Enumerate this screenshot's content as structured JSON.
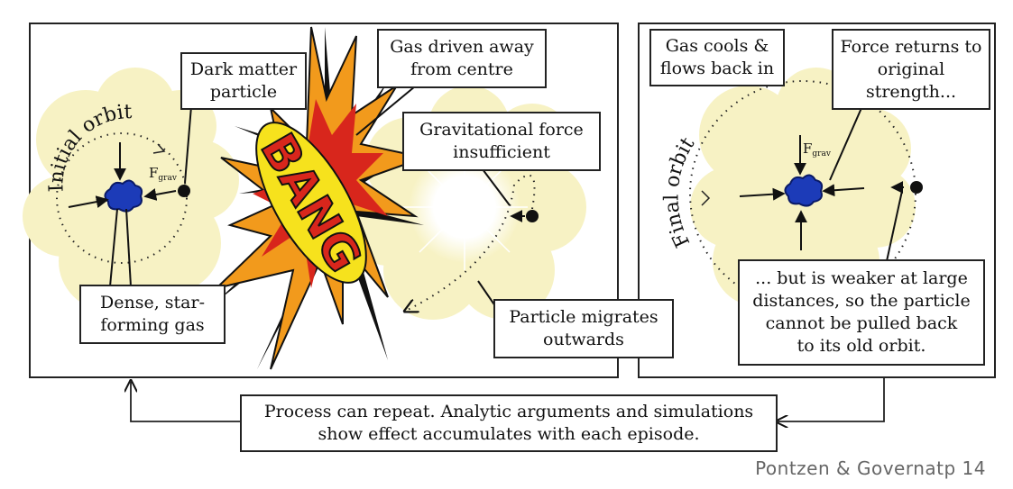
{
  "panel1": {
    "orbit_label": "Initial orbit",
    "force_label": "F",
    "force_sub": "grav",
    "dark_matter_label": "Dark matter\nparticle",
    "gas_label": "Dense, star-\nforming gas"
  },
  "bang": {
    "word": "BANG",
    "gas_driven_label": "Gas driven away\nfrom centre"
  },
  "panel2": {
    "grav_insufficient_label": "Gravitational force\ninsufficient",
    "migrates_label": "Particle migrates\noutwards"
  },
  "panel3": {
    "orbit_label": "Final orbit",
    "force_label": "F",
    "force_sub": "grav",
    "cools_label": "Gas cools &\nflows back in",
    "returns_label": "Force returns to\noriginal\nstrength...",
    "weaker_label": "... but is weaker at large\ndistances, so the particle\ncannot be pulled back\nto its old orbit."
  },
  "bottom": {
    "repeat_label": "Process can repeat. Analytic arguments and simulations\nshow effect accumulates with each episode."
  },
  "credit": "Pontzen & Governatp 14",
  "colors": {
    "cloud": "#f7f2c4",
    "clump": "#1c3bb8",
    "bang_orange": "#f29a1c",
    "bang_yellow": "#f6e21d",
    "bang_red": "#d8261c",
    "credit_gray": "#666666"
  }
}
